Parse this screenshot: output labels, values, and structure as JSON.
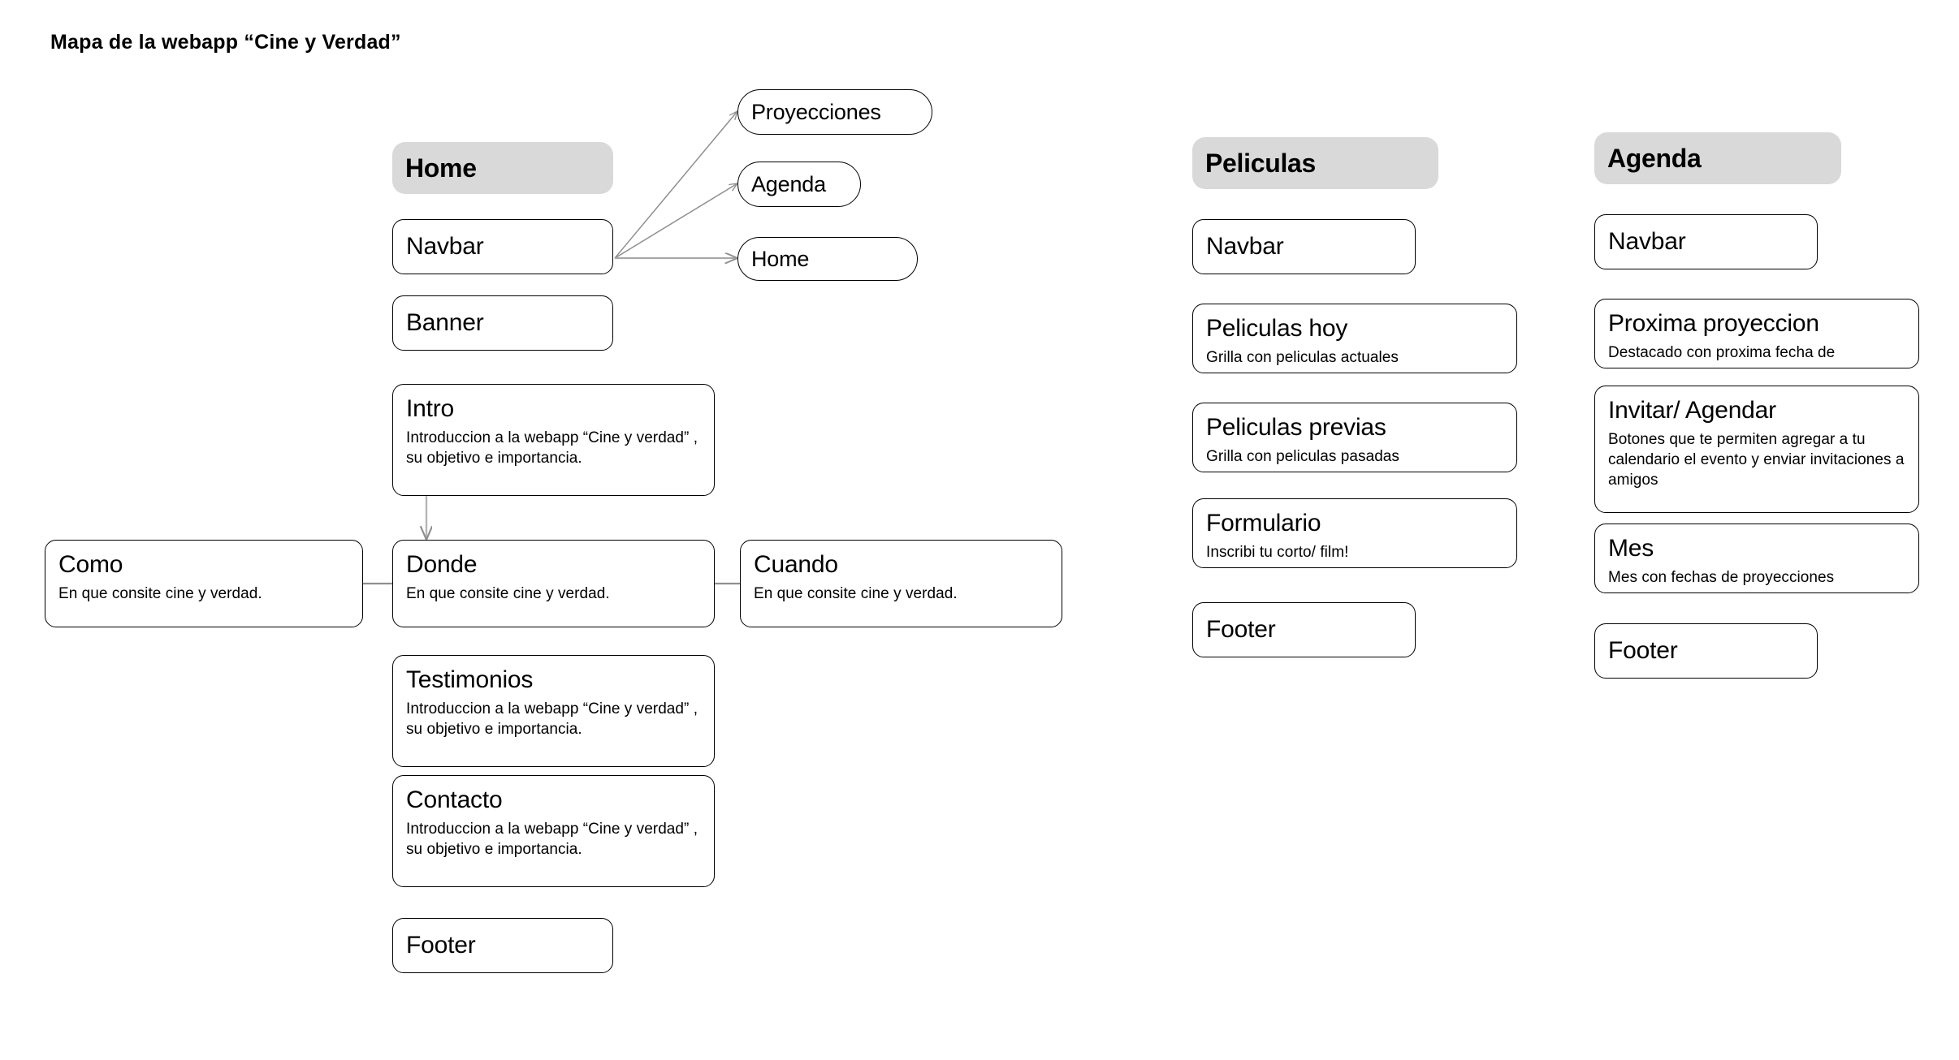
{
  "page": {
    "title": "Mapa de la webapp “Cine y Verdad”",
    "background_color": "#ffffff",
    "header_pill_color": "#d9d9d9",
    "node_border_color": "#000000",
    "connector_color": "#9a9a9a"
  },
  "columns": [
    {
      "id": "home",
      "header": {
        "label": "Home"
      },
      "nodes": [
        {
          "id": "home-navbar",
          "title": "Navbar",
          "desc": ""
        },
        {
          "id": "home-banner",
          "title": "Banner",
          "desc": ""
        },
        {
          "id": "home-intro",
          "title": "Intro",
          "desc": "Introduccion a la webapp “Cine y verdad” , su objetivo e importancia."
        },
        {
          "id": "home-donde",
          "title": "Donde",
          "desc": "En que consite cine y verdad."
        },
        {
          "id": "home-como",
          "title": "Como",
          "desc": "En que consite cine y verdad."
        },
        {
          "id": "home-cuando",
          "title": "Cuando",
          "desc": "En que consite cine y verdad."
        },
        {
          "id": "home-testimonios",
          "title": "Testimonios",
          "desc": "Introduccion a la webapp “Cine y verdad” , su objetivo e importancia."
        },
        {
          "id": "home-contacto",
          "title": "Contacto",
          "desc": "Introduccion a la webapp “Cine y verdad” , su objetivo e importancia."
        },
        {
          "id": "home-footer",
          "title": "Footer",
          "desc": ""
        }
      ],
      "navbar_links": [
        {
          "id": "link-proyecciones",
          "label": "Proyecciones"
        },
        {
          "id": "link-agenda",
          "label": "Agenda"
        },
        {
          "id": "link-home",
          "label": "Home"
        }
      ]
    },
    {
      "id": "peliculas",
      "header": {
        "label": "Peliculas"
      },
      "nodes": [
        {
          "id": "pel-navbar",
          "title": "Navbar",
          "desc": ""
        },
        {
          "id": "pel-hoy",
          "title": "Peliculas hoy",
          "desc": "Grilla con peliculas actuales"
        },
        {
          "id": "pel-previas",
          "title": "Peliculas previas",
          "desc": "Grilla con peliculas pasadas"
        },
        {
          "id": "pel-formulario",
          "title": "Formulario",
          "desc": "Inscribi tu corto/ film!"
        },
        {
          "id": "pel-footer",
          "title": "Footer",
          "desc": ""
        }
      ]
    },
    {
      "id": "agenda",
      "header": {
        "label": "Agenda"
      },
      "nodes": [
        {
          "id": "ag-navbar",
          "title": "Navbar",
          "desc": ""
        },
        {
          "id": "ag-proxima",
          "title": "Proxima proyeccion",
          "desc": "Destacado con proxima fecha de"
        },
        {
          "id": "ag-invitar",
          "title": "Invitar/ Agendar",
          "desc": "Botones que te permiten agregar a tu calendario el evento y enviar invitaciones a amigos"
        },
        {
          "id": "ag-mes",
          "title": "Mes",
          "desc": "Mes con fechas de proyecciones"
        },
        {
          "id": "ag-footer",
          "title": "Footer",
          "desc": ""
        }
      ]
    }
  ]
}
